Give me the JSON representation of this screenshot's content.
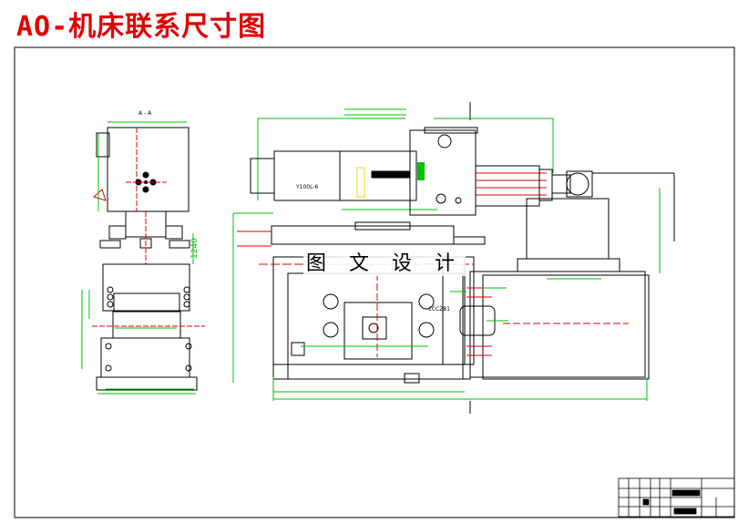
{
  "title": "AO-机床联系尺寸图",
  "watermark": "图 文 设 计",
  "colors": {
    "title": "#e00000",
    "line": "#000000",
    "dimension": "#00c000",
    "centerline": "#e00000",
    "paint": "#e8e8e8",
    "accent": "#ffd400"
  },
  "left_view": {
    "section_label": "A - A",
    "vertical_dim": "1240"
  },
  "main_view": {
    "motor_label": "Y100L-6",
    "spindle_label": "1CCZ81"
  }
}
